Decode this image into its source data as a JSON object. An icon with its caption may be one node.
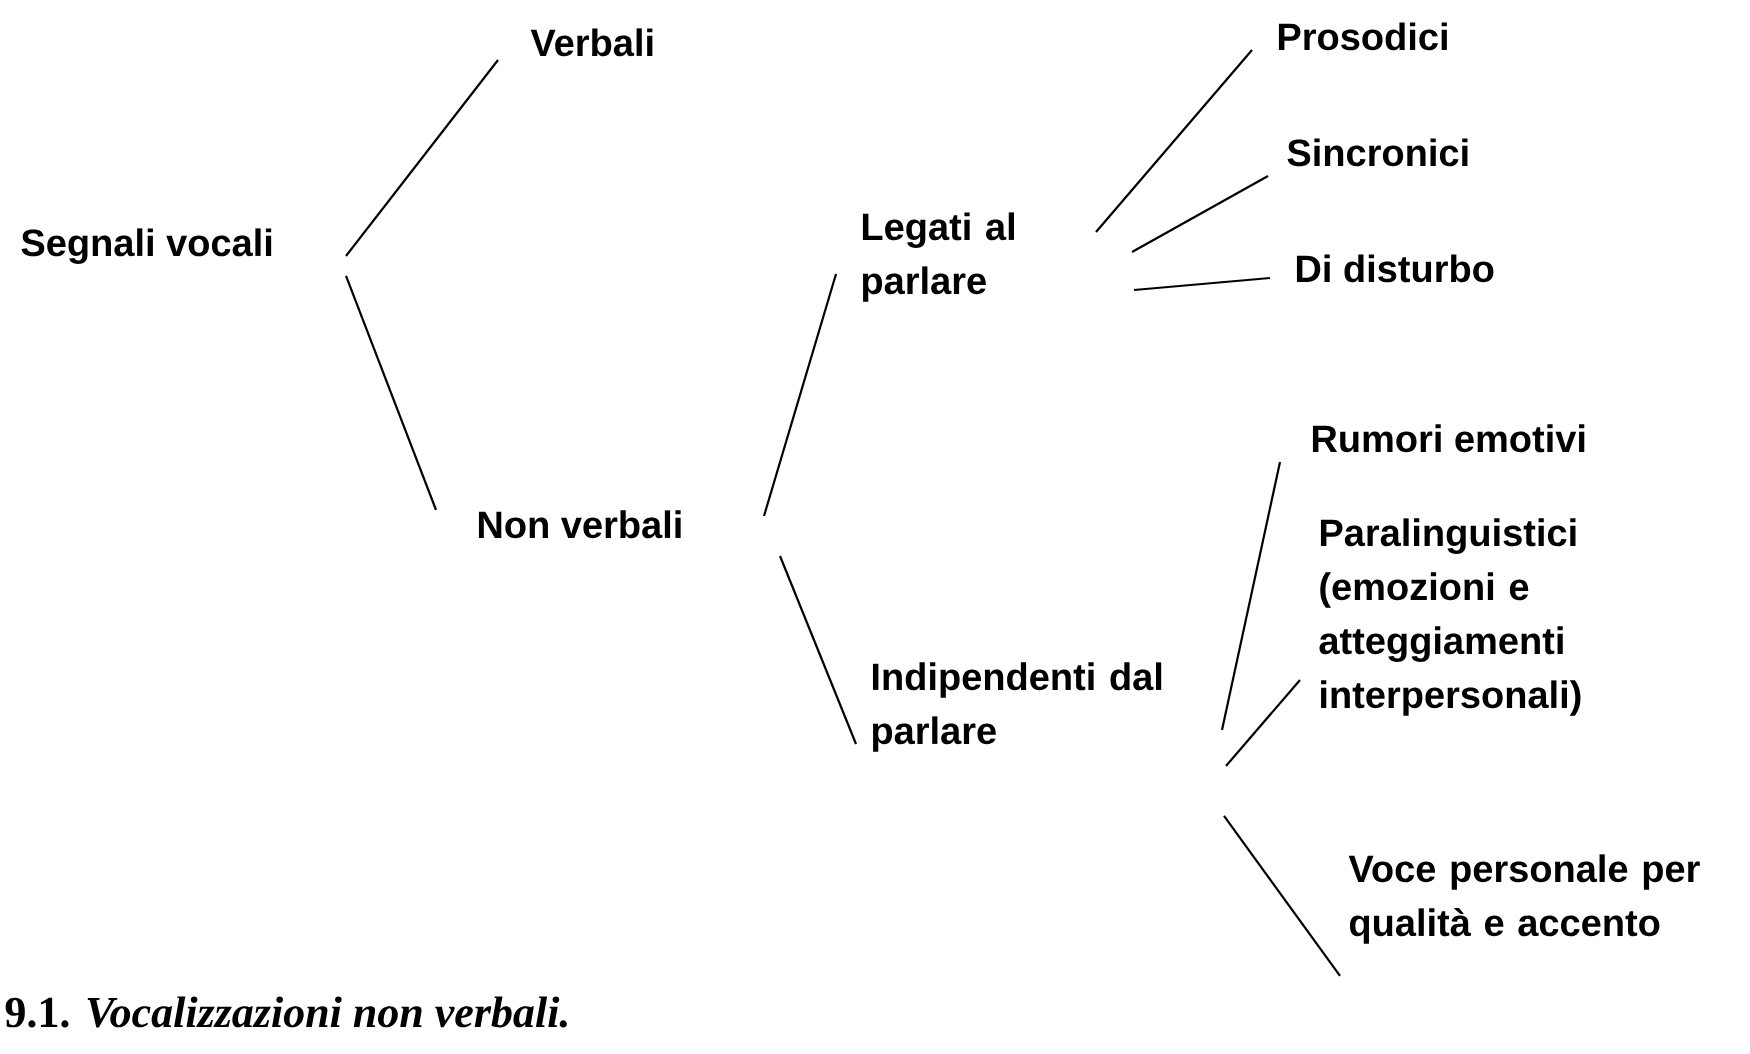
{
  "diagram": {
    "caption": "9.1. *Vocalizzazioni non verbali.*",
    "nodes": [
      {
        "text": [
          "Segnali vocali"
        ]
      },
      {
        "text": [
          "Verbali"
        ]
      },
      {
        "text": [
          "Non verbali"
        ]
      },
      {
        "text": [
          "Legati al parlare"
        ]
      },
      {
        "text": [
          "Prosodici"
        ]
      },
      {
        "text": [
          "Sincronici"
        ]
      },
      {
        "text": [
          "Di disturbo"
        ]
      },
      {
        "text": [
          "Indipendenti dal parlare"
        ]
      },
      {
        "text": [
          "Rumori emotivi"
        ]
      },
      {
        "text": [
          "Paralinguistici (emozioni e atteggiamenti interpersonali)"
        ]
      },
      {
        "text": [
          "Voce personale per qualità e accento"
        ]
      }
    ],
    "edges": [
      {
        "from": 0,
        "to": 1,
        "arrow": "none"
      },
      {
        "from": 0,
        "to": 2,
        "arrow": "none"
      },
      {
        "from": 2,
        "to": 3,
        "arrow": "none"
      },
      {
        "from": 2,
        "to": 7,
        "arrow": "none"
      },
      {
        "from": 3,
        "to": 4,
        "arrow": "none"
      },
      {
        "from": 3,
        "to": 5,
        "arrow": "none"
      },
      {
        "from": 3,
        "to": 6,
        "arrow": "none"
      },
      {
        "from": 7,
        "to": 8,
        "arrow": "none"
      },
      {
        "from": 7,
        "to": 9,
        "arrow": "none"
      },
      {
        "from": 7,
        "to": 10,
        "arrow": "none"
      }
    ]
  }
}
